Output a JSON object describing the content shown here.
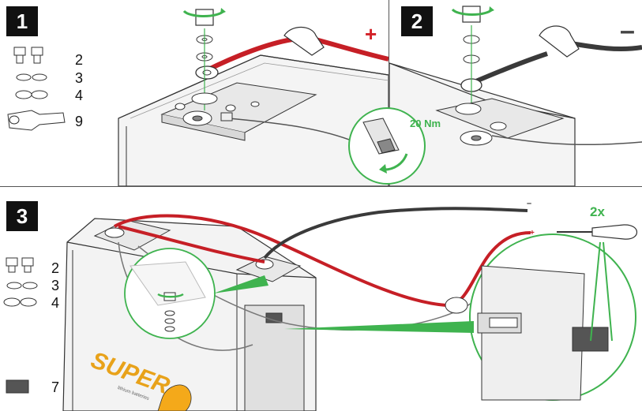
{
  "steps": [
    {
      "number": "1"
    },
    {
      "number": "2"
    },
    {
      "number": "3"
    }
  ],
  "step1_parts": [
    "2",
    "3",
    "4",
    "9"
  ],
  "step3_parts": [
    "2",
    "3",
    "4",
    "7"
  ],
  "polarity": {
    "positive": "+",
    "negative": "–"
  },
  "torque": "20 Nm",
  "screwdriver_qty": "2x",
  "brand": {
    "name": "SUPER",
    "tagline": "lithium batteries"
  },
  "colors": {
    "positive_cable": "#c61f26",
    "negative_cable": "#3a3a3a",
    "highlight": "#3fb34f",
    "sign_red": "#d32027"
  }
}
